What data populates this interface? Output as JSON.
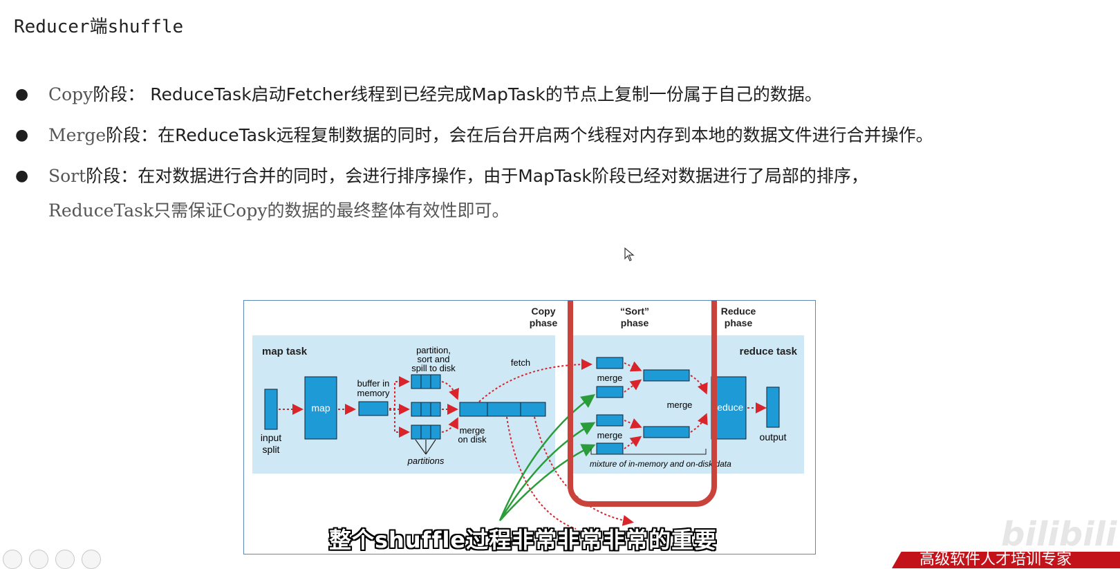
{
  "page": {
    "title": "Reducer端shuffle"
  },
  "bullets": [
    {
      "term": "Copy",
      "text": "阶段： ReduceTask启动Fetcher线程到已经完成MapTask的节点上复制一份属于自己的数据。"
    },
    {
      "term": "Merge",
      "text": "阶段：在ReduceTask远程复制数据的同时，会在后台开启两个线程对内存到本地的数据文件进行合并操作。"
    },
    {
      "term": "Sort",
      "text": "阶段：在对数据进行合并的同时，会进行排序操作，由于MapTask阶段已经对数据进行了局部的排序，",
      "continuation": "ReduceTask只需保证Copy的数据的最终整体有效性即可。"
    }
  ],
  "diagram": {
    "phase_copy": [
      "Copy",
      "phase"
    ],
    "phase_sort": [
      "“Sort”",
      "phase"
    ],
    "phase_reduce": [
      "Reduce",
      "phase"
    ],
    "map_task": "map task",
    "reduce_task": "reduce task",
    "input_split": [
      "input",
      "split"
    ],
    "map": "map",
    "buffer": [
      "buffer in",
      "memory"
    ],
    "partition_label": [
      "partition,",
      "sort and",
      "spill to disk"
    ],
    "partitions": "partitions",
    "merge_on_disk": [
      "merge",
      "on disk"
    ],
    "fetch": "fetch",
    "merge_top": "merge",
    "merge_mid": "merge",
    "merge_bottom": "merge",
    "reduce": "reduce",
    "output": "output",
    "mixture": "mixture of in-memory and on-disk data",
    "colors": {
      "task_bg": "#cfe8f5",
      "box": "#1e9ad6",
      "arrow_red": "#d9242b",
      "arrow_green": "#2a9d3a",
      "highlight": "#c9433c"
    }
  },
  "overlay": {
    "subtitle": "整个shuffle过程非常非常非常的重要",
    "watermark": "bilibili",
    "banner": "高级软件人才培训专家"
  }
}
